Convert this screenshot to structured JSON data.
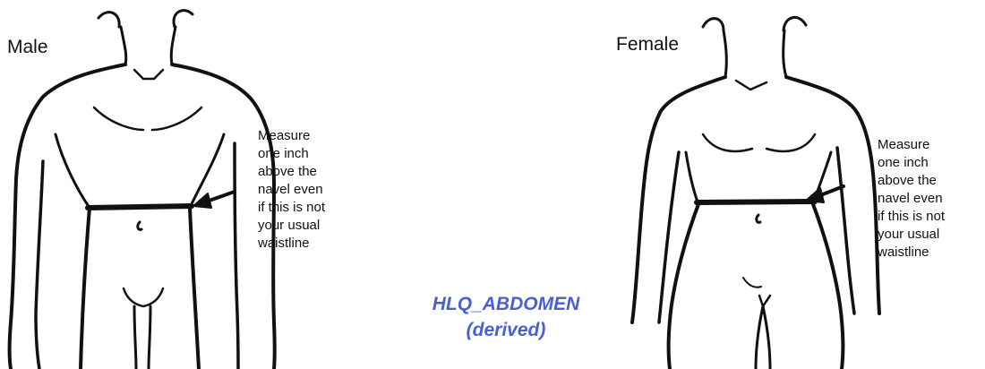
{
  "male": {
    "label": "Male",
    "instruction": [
      "Measure",
      "one inch",
      "above the",
      "navel even",
      "if this is not",
      "your usual",
      "waistline"
    ]
  },
  "female": {
    "label": "Female",
    "instruction": [
      "Measure",
      "one inch",
      "above the",
      "navel even",
      "if this is not",
      "your usual",
      "waistline"
    ]
  },
  "caption": {
    "line1": "HLQ_ABDOMEN",
    "line2": "(derived)"
  },
  "colors": {
    "ink": "#111111",
    "caption": "#4a5fd4",
    "background": "#ffffff"
  },
  "icons": {
    "male_figure": "male-body-outline-icon",
    "female_figure": "female-body-outline-icon",
    "arrow": "left-arrow-icon"
  }
}
